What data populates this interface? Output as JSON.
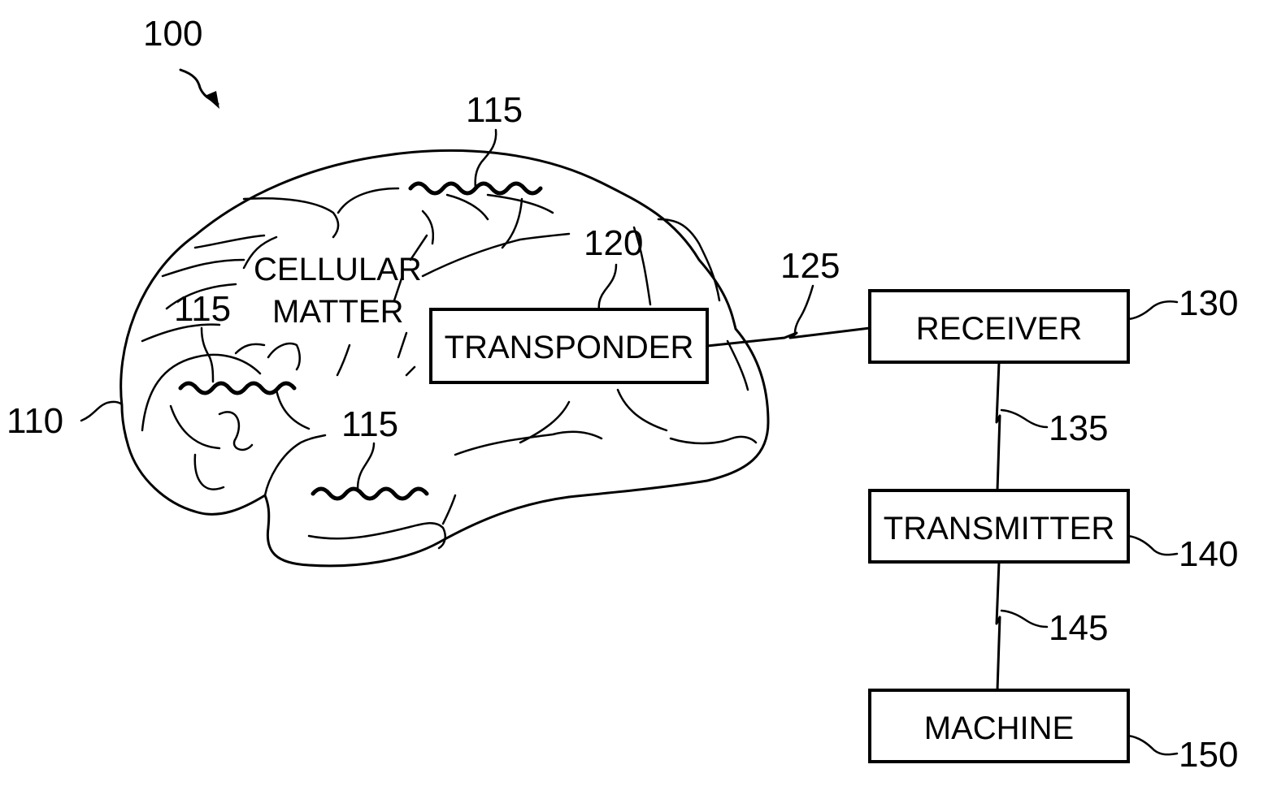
{
  "figure": {
    "ref_system": "100",
    "ref_brain": "110",
    "ref_signal_top": "115",
    "ref_signal_left": "115",
    "ref_signal_bottom": "115",
    "ref_transponder": "120",
    "ref_link_125": "125",
    "ref_receiver": "130",
    "ref_link_135": "135",
    "ref_transmitter": "140",
    "ref_link_145": "145",
    "ref_machine": "150",
    "cellular_line1": "CELLULAR",
    "cellular_line2": "MATTER",
    "transponder_label": "TRANSPONDER",
    "receiver_label": "RECEIVER",
    "transmitter_label": "TRANSMITTER",
    "machine_label": "MACHINE"
  }
}
